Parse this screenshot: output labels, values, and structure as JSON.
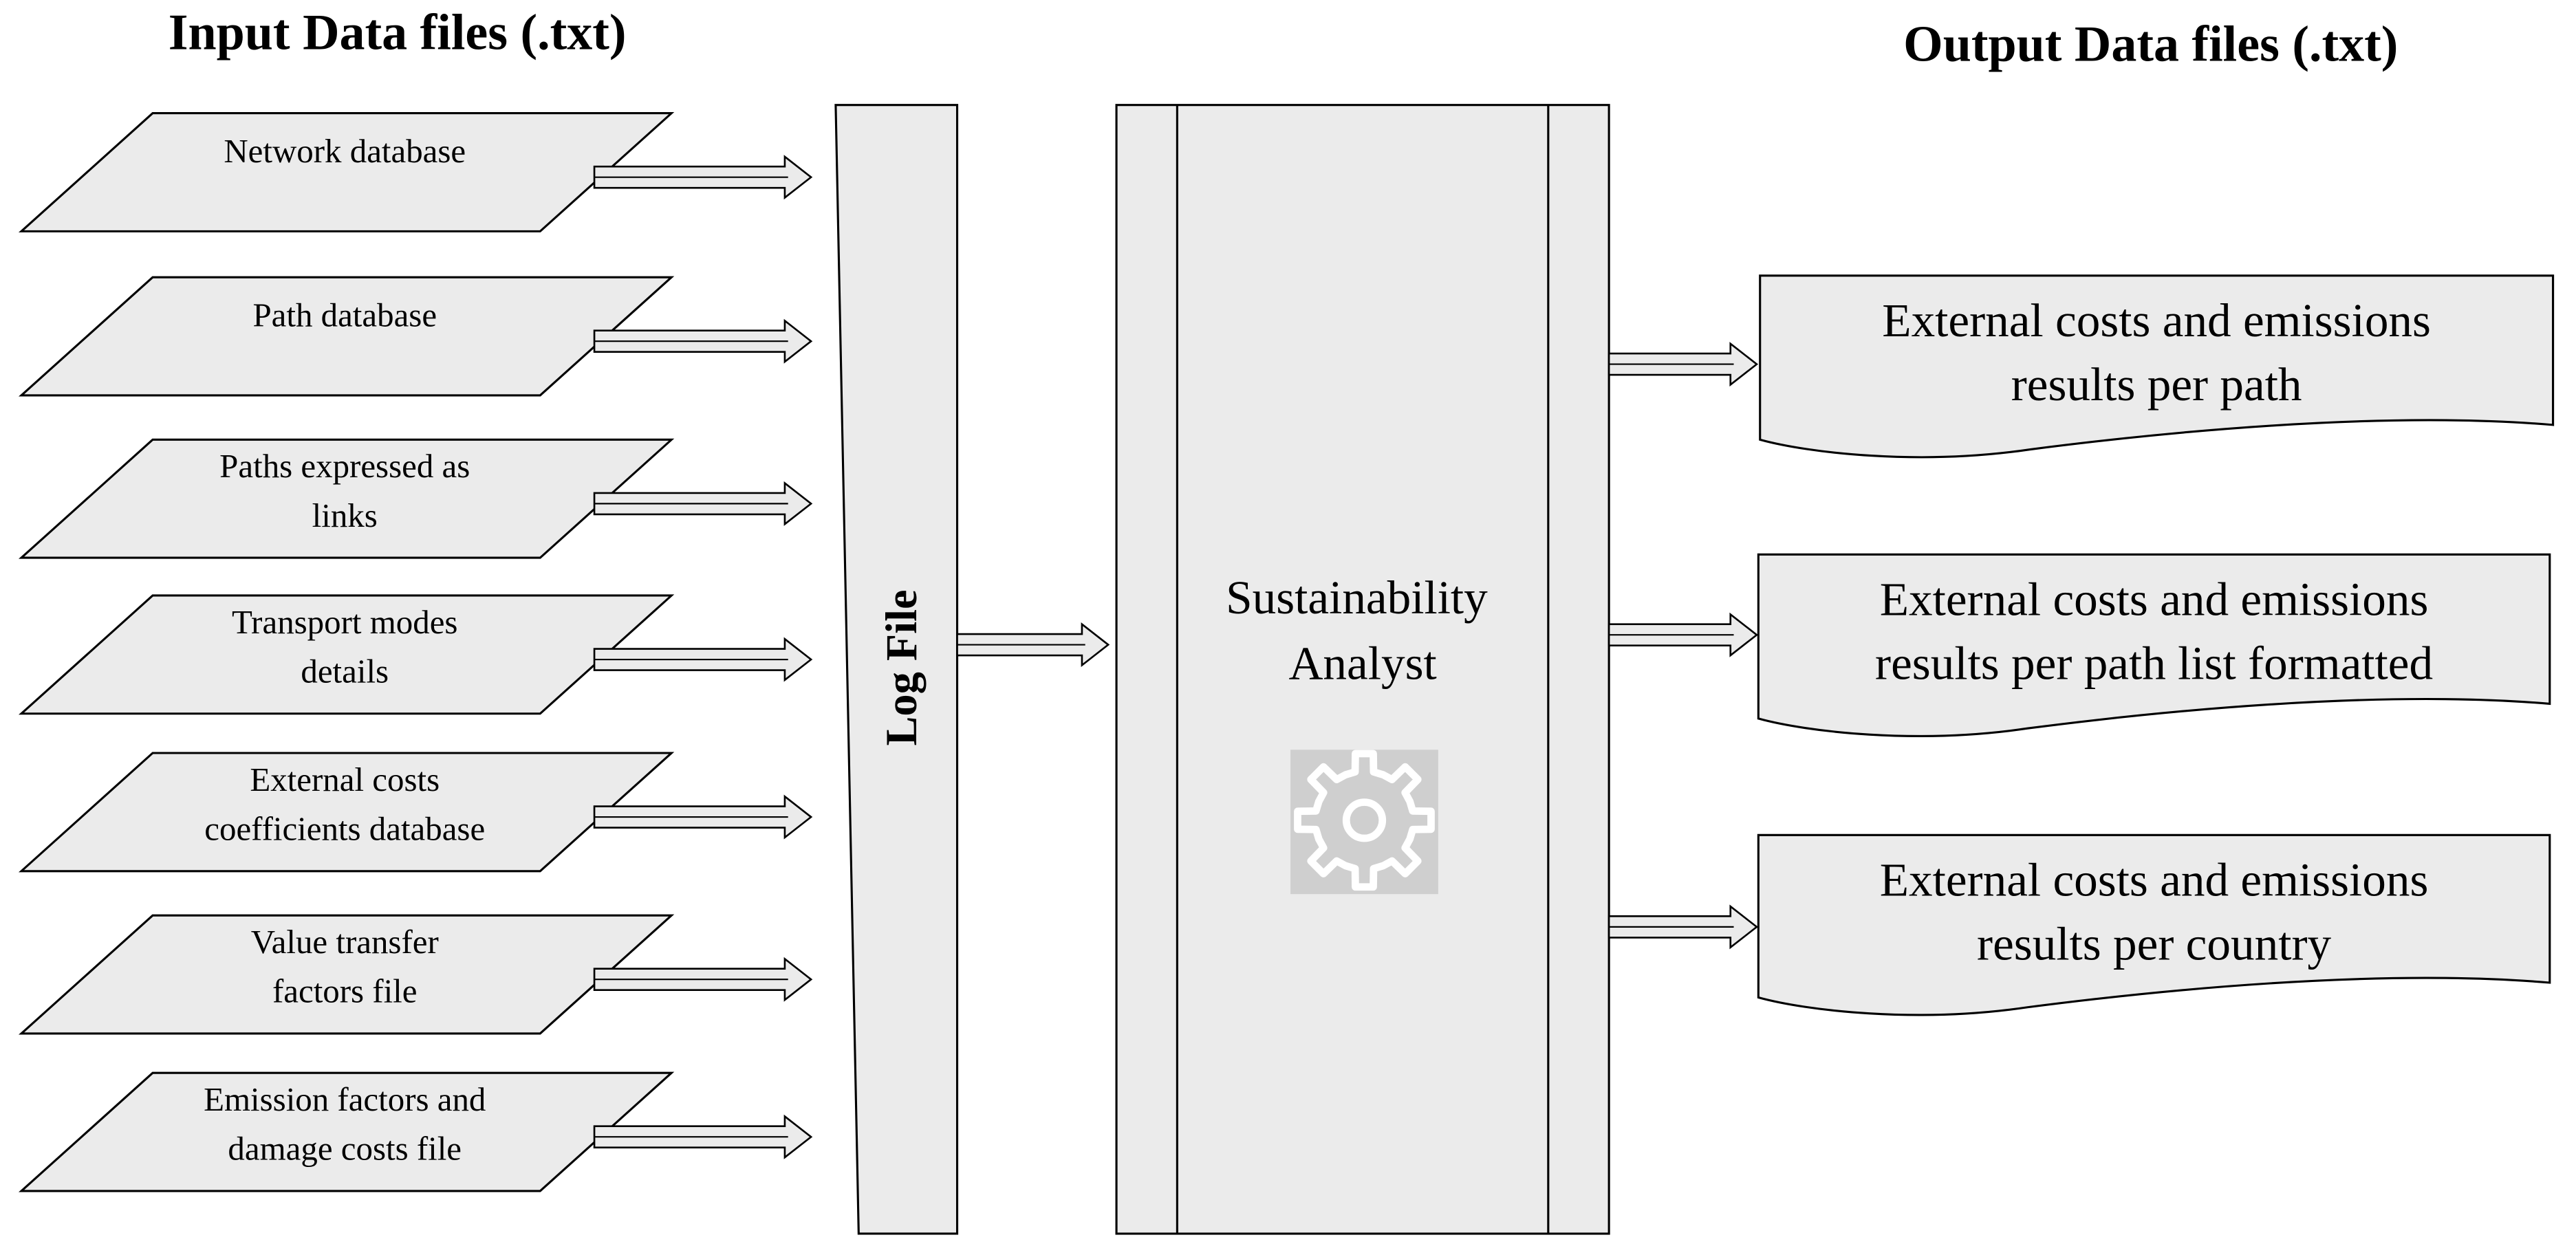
{
  "headings": {
    "input": "Input Data files (.txt)",
    "output": "Output Data files (.txt)"
  },
  "inputs": [
    {
      "lines": [
        "Network database"
      ]
    },
    {
      "lines": [
        "Path database"
      ]
    },
    {
      "lines": [
        "Paths expressed as",
        "links"
      ]
    },
    {
      "lines": [
        "Transport modes",
        "details"
      ]
    },
    {
      "lines": [
        "External costs",
        "coefficients database"
      ]
    },
    {
      "lines": [
        "Value transfer",
        "factors file"
      ]
    },
    {
      "lines": [
        "Emission factors and",
        "damage costs file"
      ]
    }
  ],
  "log_file": {
    "label": "Log File"
  },
  "processor": {
    "label_lines": [
      "Sustainability",
      "Analyst"
    ],
    "icon": "gear-icon"
  },
  "outputs": [
    {
      "lines": [
        "External costs and emissions",
        "results per path"
      ]
    },
    {
      "lines": [
        "External costs and emissions",
        "results per path list formatted"
      ]
    },
    {
      "lines": [
        "External costs and emissions",
        "results per country"
      ]
    }
  ],
  "colors": {
    "shape_fill": "#ebebeb",
    "stroke": "#000000",
    "gear_tile": "#cfcfcf",
    "gear_stroke": "#ffffff"
  }
}
